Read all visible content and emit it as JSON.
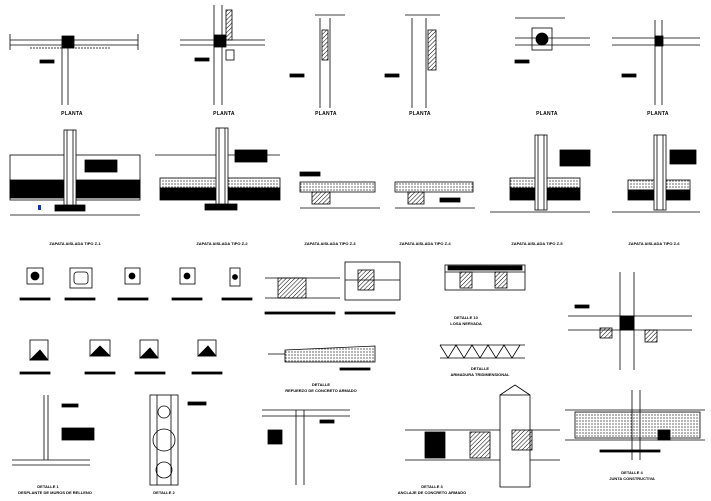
{
  "sheet": {
    "plan_labels": [
      "PLANTA",
      "PLANTA",
      "PLANTA",
      "PLANTA",
      "PLANTA",
      "PLANTA"
    ],
    "zapata_labels": [
      "ZAPATA AISLADA TIPO Z-1",
      "ZAPATA AISLADA TIPO Z-2",
      "ZAPATA AISLADA TIPO Z-3",
      "ZAPATA AISLADA TIPO Z-4",
      "ZAPATA AISLADA TIPO Z-5",
      "ZAPATA AISLADA TIPO Z-6"
    ],
    "detalle_losa": {
      "title": "DETALLE 10",
      "subtitle": "LOSA NERVADA"
    },
    "detalle_armadura": {
      "title": "DETALLE",
      "subtitle": "ARMADURA TRIDIMENSIONAL"
    },
    "detalle_refuerzo": {
      "title": "DETALLE",
      "subtitle": "REFUERZO DE CONCRETO ARMADO"
    },
    "detalle_1": {
      "title": "DETALLE 1",
      "subtitle": "DESPLANTE DE MUROS DE RELLENO"
    },
    "detalle_2": {
      "title": "DETALLE 2"
    },
    "detalle_3": {
      "title": "DETALLE 3",
      "subtitle": "ANCLAJE DE CONCRETO ARMADO"
    },
    "detalle_4": {
      "title": "DETALLE 4",
      "subtitle": "JUNTA CONSTRUCTIVA"
    }
  }
}
